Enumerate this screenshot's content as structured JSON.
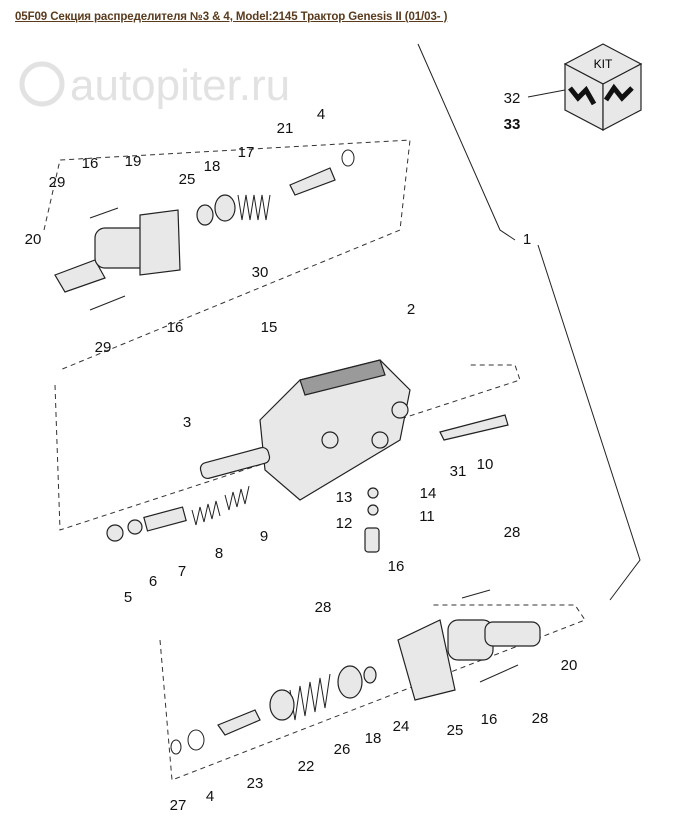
{
  "title": "05F09 Секция распределителя №3 & 4, Model:2145 Трактор Genesis II (01/03- )",
  "watermark": "autopiter.ru",
  "kit_label": "KIT",
  "callouts": [
    "32",
    "33",
    "1",
    "4",
    "21",
    "17",
    "18",
    "25",
    "19",
    "16",
    "29",
    "20",
    "30",
    "16",
    "29",
    "2",
    "15",
    "3",
    "10",
    "31",
    "13",
    "14",
    "12",
    "11",
    "28",
    "16",
    "5",
    "6",
    "7",
    "8",
    "9",
    "28",
    "20",
    "28",
    "16",
    "24",
    "25",
    "18",
    "26",
    "22",
    "23",
    "27",
    "4"
  ]
}
